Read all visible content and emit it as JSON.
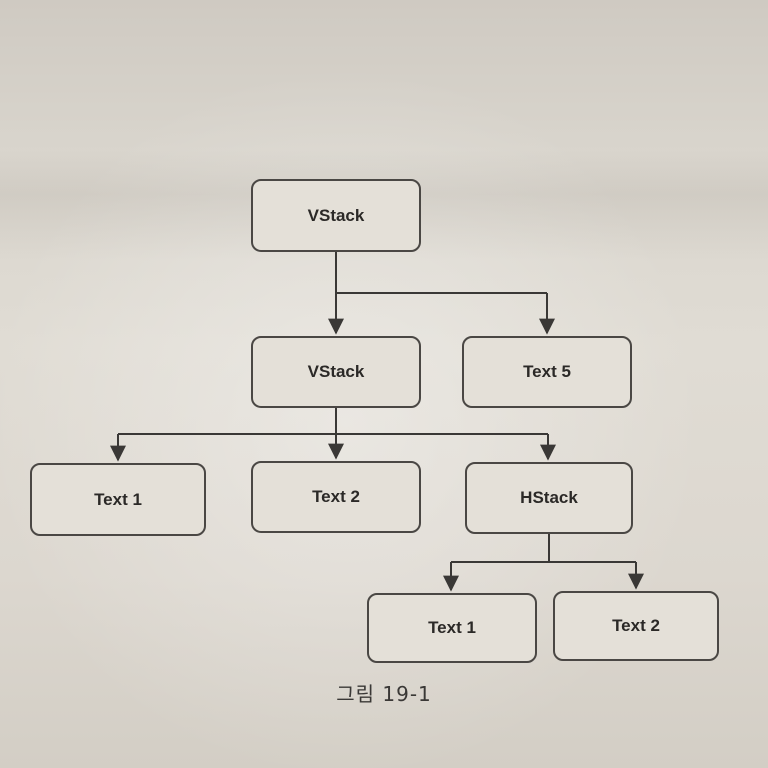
{
  "nodes": {
    "root": "VStack",
    "vstack": "VStack",
    "text5": "Text 5",
    "text1": "Text 1",
    "text2": "Text 2",
    "hstack": "HStack",
    "h_text1": "Text 1",
    "h_text2": "Text 2"
  },
  "caption": "그림 19-1",
  "colors": {
    "stroke": "#4a4744",
    "text": "#2b2927",
    "paper": "#dcd7cf"
  }
}
